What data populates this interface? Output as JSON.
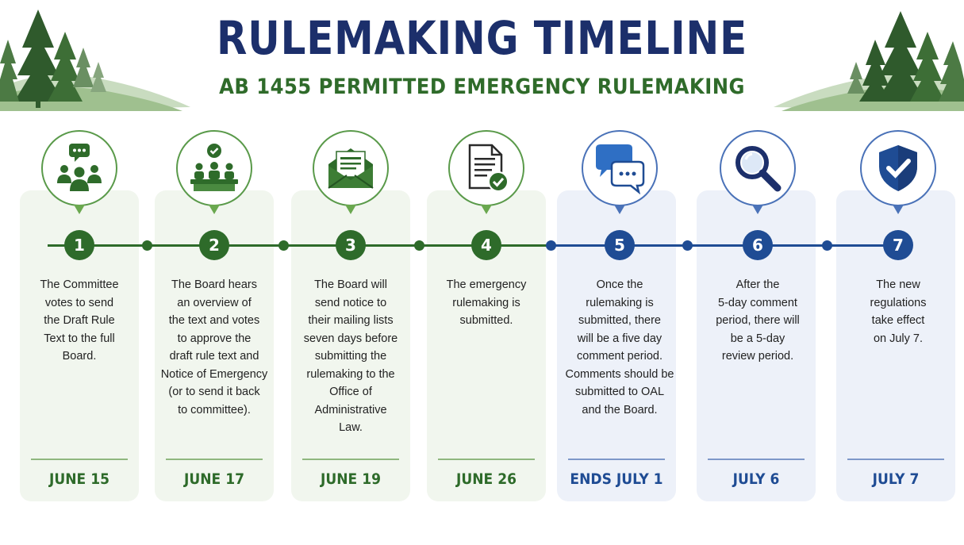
{
  "header": {
    "title": "RULEMAKING TIMELINE",
    "subtitle": "AB 1455 PERMITTED EMERGENCY RULEMAKING"
  },
  "colors": {
    "navy": "#1c2f6b",
    "dark_green": "#2e6b2a",
    "dark_blue": "#1f4c94",
    "card_green": "#f1f6ee",
    "card_blue": "#edf1f9"
  },
  "steps": [
    {
      "number": "1",
      "icon": "committee-meeting-icon",
      "theme": "green",
      "text": "The Committee\nvotes to send\nthe Draft Rule\nText to the full\nBoard.",
      "date": "JUNE 15"
    },
    {
      "number": "2",
      "icon": "board-vote-icon",
      "theme": "green",
      "text": "The Board hears\nan overview of\nthe text and votes\nto approve the\ndraft rule text and\nNotice of Emergency\n(or to send it back\nto committee).",
      "date": "JUNE 17"
    },
    {
      "number": "3",
      "icon": "envelope-notice-icon",
      "theme": "green",
      "text": "The Board will\nsend notice to\ntheir mailing lists\nseven days before\nsubmitting the\nrulemaking to the\nOffice of\nAdministrative\nLaw.",
      "date": "JUNE 19"
    },
    {
      "number": "4",
      "icon": "document-check-icon",
      "theme": "green",
      "text": "The emergency\nrulemaking is\nsubmitted.",
      "date": "JUNE 26"
    },
    {
      "number": "5",
      "icon": "speech-bubbles-icon",
      "theme": "blue",
      "text": "Once the\nrulemaking is\nsubmitted, there\nwill be a five day\ncomment period.\nComments should be\nsubmitted to OAL\nand the Board.",
      "date": "ENDS JULY 1"
    },
    {
      "number": "6",
      "icon": "magnifying-glass-icon",
      "theme": "blue",
      "text": "After the\n5-day comment\nperiod, there will\nbe a 5-day\nreview period.",
      "date": "JULY 6"
    },
    {
      "number": "7",
      "icon": "shield-check-icon",
      "theme": "blue",
      "text": "The new\nregulations\ntake effect\non July 7.",
      "date": "JULY 7"
    }
  ]
}
